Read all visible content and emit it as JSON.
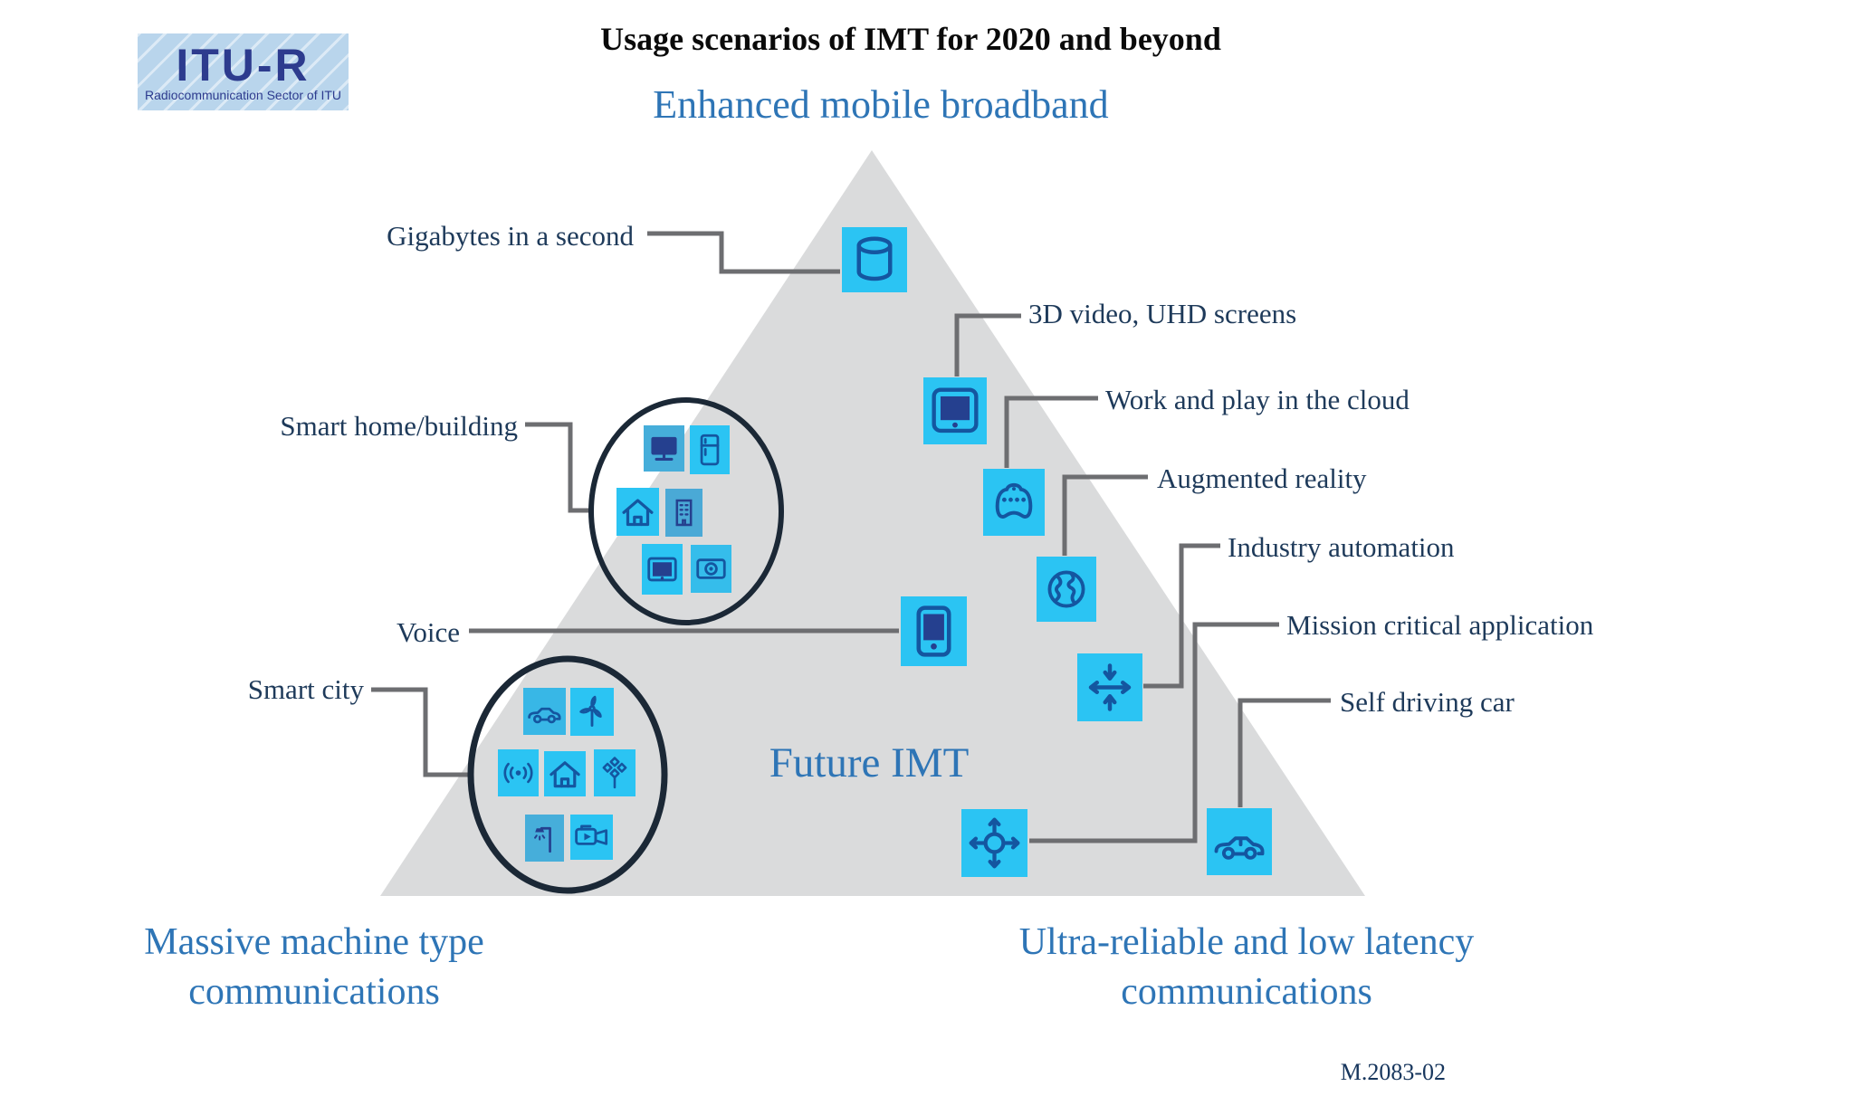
{
  "logo": {
    "name": "ITU-R",
    "subtitle": "Radiocommunication Sector of ITU"
  },
  "title": "Usage scenarios of IMT for 2020 and beyond",
  "figure_number": "M.2083-02",
  "corners": {
    "top": "Enhanced mobile broadband",
    "bottom_left": "Massive machine type\ncommunications",
    "bottom_right": "Ultra-reliable and low latency\ncommunications"
  },
  "center_label": "Future IMT",
  "scenarios": [
    {
      "label": "Gigabytes in a second",
      "icon": "database-icon"
    },
    {
      "label": "3D video, UHD screens",
      "icon": "tv-screen-icon"
    },
    {
      "label": "Work and play in the cloud",
      "icon": "game-controller-icon"
    },
    {
      "label": "Augmented reality",
      "icon": "globe-icon"
    },
    {
      "label": "Industry automation",
      "icon": "converging-arrows-icon"
    },
    {
      "label": "Mission critical application",
      "icon": "roundabout-arrows-icon"
    },
    {
      "label": "Self driving car",
      "icon": "car-icon"
    },
    {
      "label": "Voice",
      "icon": "smartphone-icon"
    },
    {
      "label": "Smart home/building",
      "icon": "smart-home-cluster"
    },
    {
      "label": "Smart city",
      "icon": "smart-city-cluster"
    }
  ],
  "clusters": {
    "smart_home_icons": [
      "desktop-monitor-icon",
      "refrigerator-icon",
      "house-icon",
      "office-building-icon",
      "tablet-icon",
      "camera-icon"
    ],
    "smart_city_icons": [
      "car-icon",
      "wind-turbine-icon",
      "wireless-sensor-icon",
      "house-icon",
      "smart-traffic-lights-icon",
      "street-lamp-icon",
      "video-camera-icon"
    ]
  },
  "colors": {
    "icon_background": "#2bc4f3",
    "icon_glyph": "#1456a0",
    "screen_fill": "#25408f",
    "triangle_fill": "#dadbdc",
    "connector_gray": "#6d6e71",
    "heading_blue": "#2e75b6",
    "label_navy": "#1e3a5a",
    "circle_outline": "#1b2836",
    "logo_blue": "#2d3b8e",
    "logo_background": "#b9d5ec"
  }
}
